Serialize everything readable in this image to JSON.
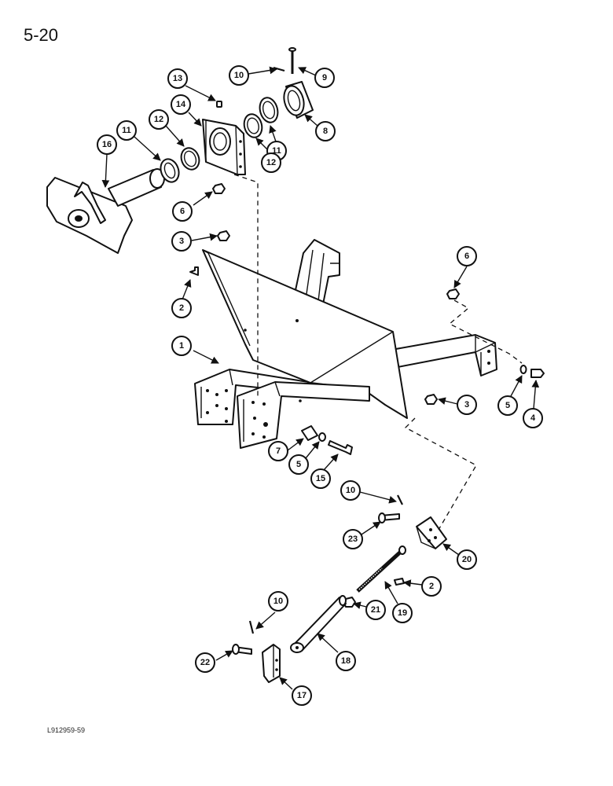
{
  "page_number": "5-20",
  "figure_id": "L912959-59",
  "callouts": [
    "10",
    "9",
    "13",
    "14",
    "8",
    "12",
    "11",
    "16",
    "11",
    "12",
    "11",
    "12",
    "6",
    "3",
    "2",
    "6",
    "1",
    "5",
    "4",
    "3",
    "7",
    "5",
    "15",
    "10",
    "23",
    "20",
    "2",
    "19",
    "10",
    "21",
    "18",
    "22",
    "17"
  ]
}
